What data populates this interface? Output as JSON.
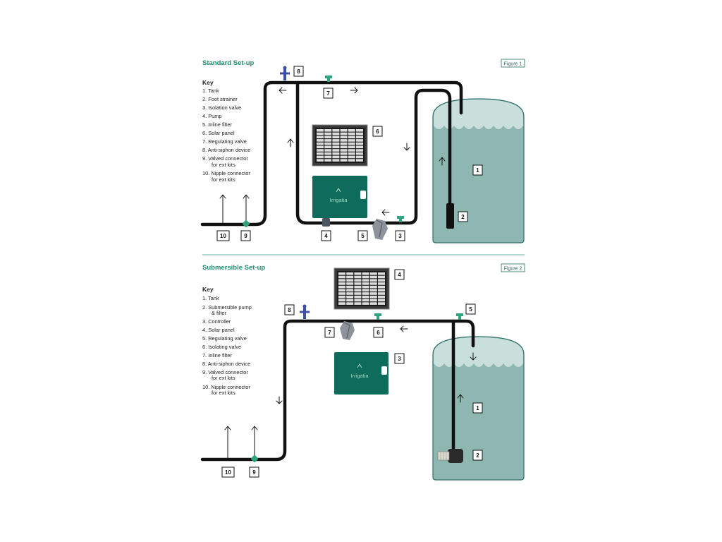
{
  "standard": {
    "title": "Standard Set-up",
    "figure_label": "Figure 1",
    "key_title": "Key",
    "key": [
      "1. Tank",
      "2. Foot strainer",
      "3. Isolation valve",
      "4. Pump",
      "5. Inline filter",
      "6. Solar panel",
      "7. Regulating valve",
      "8. Anti-siphon device",
      "9. Valved connector",
      "for ext kits",
      "10. Nipple connector",
      "for ext kits"
    ],
    "brand": "Irrigatia",
    "callouts": [
      "1",
      "2",
      "3",
      "4",
      "5",
      "6",
      "7",
      "8",
      "9",
      "10"
    ]
  },
  "submersible": {
    "title": "Submersible Set-up",
    "figure_label": "Figure 2",
    "key_title": "Key",
    "key": [
      "1. Tank",
      "2. Submersible pump",
      "& filter",
      "3. Controller",
      "4. Solar panel",
      "5. Regulating valve",
      "6. Isolating valve",
      "7. Inline filter",
      "8. Anti-siphon device",
      "9. Valved connector",
      "for ext kits",
      "10. Nipple connector",
      "for ext kits"
    ],
    "brand": "Irrigatia",
    "callouts": [
      "1",
      "2",
      "3",
      "4",
      "5",
      "6",
      "7",
      "8",
      "9",
      "10"
    ]
  },
  "colors": {
    "title_green": "#1f8f6e",
    "tank_fill": "#8fb7b2",
    "controller": "#0f6b5c",
    "valve_green": "#2fa37e",
    "anti_siphon": "#3b4fa8"
  }
}
